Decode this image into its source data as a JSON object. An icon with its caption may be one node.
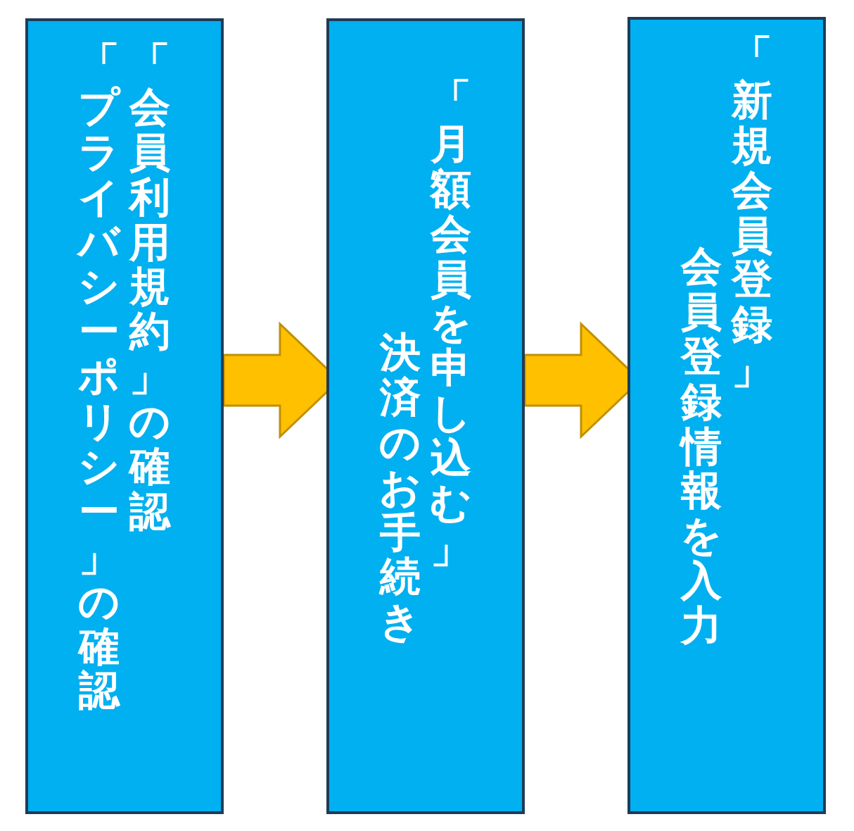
{
  "diagram": {
    "nodes": [
      {
        "text": [
          "「プライバシーポリシー」の確認",
          "「会員利用規約」の確認"
        ]
      },
      {
        "text": [
          "決済のお手続き",
          "「月額会員を申し込む」"
        ]
      },
      {
        "text": [
          "会員登録情報を入力",
          "「新規会員登録」"
        ]
      }
    ],
    "edges": [
      {
        "from": 0,
        "to": 1,
        "arrow": "to"
      },
      {
        "from": 1,
        "to": 2,
        "arrow": "to"
      }
    ]
  }
}
